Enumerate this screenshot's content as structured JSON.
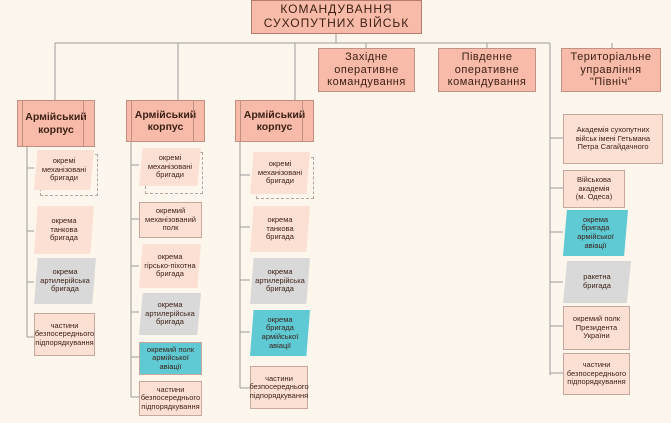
{
  "hq": {
    "line1": "КОМАНДУВАННЯ",
    "line2": "СУХОПУТНИХ ВІЙСЬК"
  },
  "commands": [
    {
      "line1": "Західне",
      "line2": "оперативне",
      "line3": "командування"
    },
    {
      "line1": "Південне",
      "line2": "оперативне",
      "line3": "командування"
    },
    {
      "line1": "Територіальне",
      "line2": "управління",
      "line3": "\"Північ\""
    }
  ],
  "corps": [
    {
      "line1": "Армійський",
      "line2": "корпус",
      "units": [
        {
          "line1": "окремі",
          "line2": "механізовані",
          "line3": "бригади"
        },
        {
          "line1": "окрема",
          "line2": "танкова",
          "line3": "бригада"
        },
        {
          "line1": "окрема",
          "line2": "артилерійська",
          "line3": "бригада"
        },
        {
          "line1": "частини",
          "line2": "безпосереднього",
          "line3": "підпорядкування"
        }
      ]
    },
    {
      "line1": "Армійський",
      "line2": "корпус",
      "units": [
        {
          "line1": "окремі",
          "line2": "механізовані",
          "line3": "бригади"
        },
        {
          "line1": "окремий",
          "line2": "механізований",
          "line3": "полк"
        },
        {
          "line1": "окрема",
          "line2": "гірсько-піхотна",
          "line3": "бригада"
        },
        {
          "line1": "окрема",
          "line2": "артилерійська",
          "line3": "бригада"
        },
        {
          "line1": "окремий полк",
          "line2": "армійської",
          "line3": "авіації"
        },
        {
          "line1": "частини",
          "line2": "безпосереднього",
          "line3": "підпорядкування"
        }
      ]
    },
    {
      "line1": "Армійський",
      "line2": "корпус",
      "units": [
        {
          "line1": "окремі",
          "line2": "механізовані",
          "line3": "бригади"
        },
        {
          "line1": "окрема",
          "line2": "танкова",
          "line3": "бригада"
        },
        {
          "line1": "окрема",
          "line2": "артилерійська",
          "line3": "бригада"
        },
        {
          "line1": "окрема",
          "line2": "бригада",
          "line3": "армійської",
          "line4": "авіації"
        },
        {
          "line1": "частини",
          "line2": "безпосереднього",
          "line3": "підпорядкування"
        }
      ]
    }
  ],
  "north_units": [
    {
      "line1": "Академія сухопутних",
      "line2": "військ імені Гетьмана",
      "line3": "Петра Сагайдачного"
    },
    {
      "line1": "Військова",
      "line2": "академія",
      "line3": "(м. Одеса)"
    },
    {
      "line1": "окрема",
      "line2": "бригада",
      "line3": "армійської",
      "line4": "авіації"
    },
    {
      "line1": "ракетна",
      "line2": "бригада"
    },
    {
      "line1": "окремий полк",
      "line2": "Президента",
      "line3": "України"
    },
    {
      "line1": "частини",
      "line2": "безпосереднього",
      "line3": "підпорядкування"
    }
  ],
  "colors": {
    "header_fill": "#f8bba9",
    "unit_fill": "#fde0d4",
    "artillery_fill": "#d9d9d9",
    "aviation_fill": "#5fc9d4",
    "line": "#9b9b9b"
  }
}
